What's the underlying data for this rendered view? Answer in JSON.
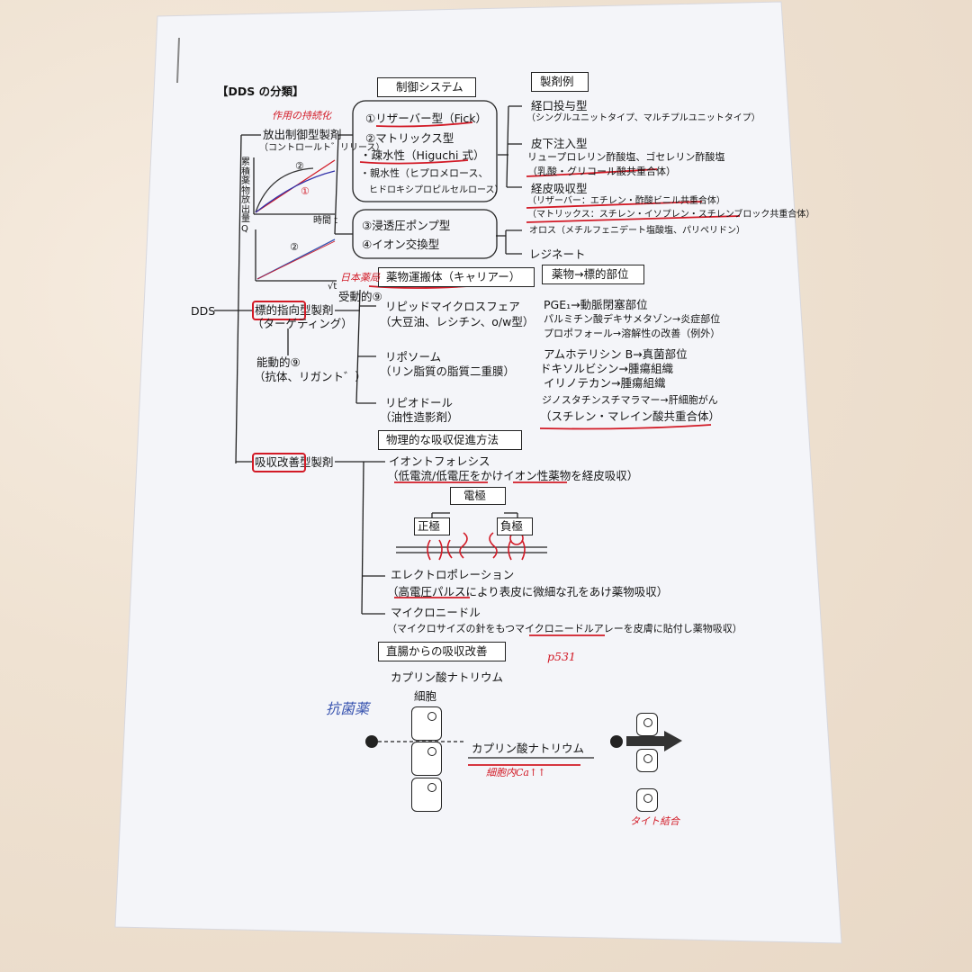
{
  "title": "【DDS の分類】",
  "headers": {
    "control_system": "制御システム",
    "formulation_examples": "製剤例",
    "carrier": "薬物運搬体（キャリアー）",
    "drug_target": "薬物→標的部位",
    "physical_absorption": "物理的な吸収促進方法",
    "rectal": "直腸からの吸収改善"
  },
  "root": "DDS",
  "branches": {
    "controlled_release": "放出制御型製剤",
    "controlled_release_sub": "（コントロールト゛リリース）",
    "targeting": "標的指向型製剤",
    "targeting_sub": "（ターゲティング）",
    "passive": "受動的⑨",
    "active": "能動的⑨",
    "active_sub": "（抗体、リガント゛）",
    "absorption": "吸収改善型製剤"
  },
  "graph": {
    "ylabel": "累積薬物放出量Q",
    "xlabel1": "時間 t",
    "xlabel2": "√t",
    "curve1": "①",
    "curve2": "②"
  },
  "control_items": [
    "①リザーバー型（Fick）",
    "②マトリックス型",
    "・疎水性（Higuchi 式）",
    "・親水性（ヒプロメロース、",
    "ヒドロキシプロピルセルロース）"
  ],
  "control_items2": [
    "③浸透圧ポンプ型",
    "④イオン交換型"
  ],
  "examples": [
    "経口投与型",
    "（シングルユニットタイプ、マルチプルユニットタイプ）",
    "皮下注入型",
    "リュープロレリン酢酸塩、ゴセレリン酢酸塩",
    "（乳酸・グリコール酸共重合体）",
    "経皮吸収型",
    "（リザーバー：エチレン・酢酸ビニル共重合体）",
    "（マトリックス：スチレン・イソプレン・スチレンブロック共重合体）",
    "オロス（メチルフェニデート塩酸塩、パリペリドン）",
    "レジネート"
  ],
  "carriers": [
    "リピッドマイクロスフェア",
    "（大豆油、レシチン、o/w型）",
    "リポソーム",
    "（リン脂質の脂質二重膜）",
    "リピオドール",
    "（油性造影剤）"
  ],
  "targets": [
    "PGE₁→動脈閉塞部位",
    "パルミチン酸デキサメタゾン→炎症部位",
    "プロポフォール→溶解性の改善（例外）",
    "アムホテリシン B→真菌部位",
    "ドキソルビシン→腫瘍組織",
    "イリノテカン→腫瘍組織",
    "ジノスタチンスチマラマー→肝細胞がん",
    "（スチレン・マレイン酸共重合体）"
  ],
  "physical": [
    "イオントフォレシス",
    "（低電流/低電圧をかけイオン性薬物を経皮吸収）",
    "エレクトロポレーション",
    "（高電圧パルスにより表皮に微細な孔をあけ薬物吸収）",
    "マイクロニードル",
    "（マイクロサイズの針をもつマイクロニードルアレーを皮膚に貼付し薬物吸収）"
  ],
  "electrode": {
    "top": "電極",
    "positive": "正極",
    "negative": "負極"
  },
  "rectal": {
    "drug": "カプリン酸ナトリウム",
    "cell": "細胞",
    "arrow_label": "カプリン酸ナトリウム"
  },
  "handwriting": {
    "action": "作用の持続化",
    "japanese_pharm": "日本薬局",
    "page": "p531",
    "antibacterial": "抗菌薬",
    "ca_note": "細胞内Ca↑↑",
    "tight": "タイト結合"
  }
}
